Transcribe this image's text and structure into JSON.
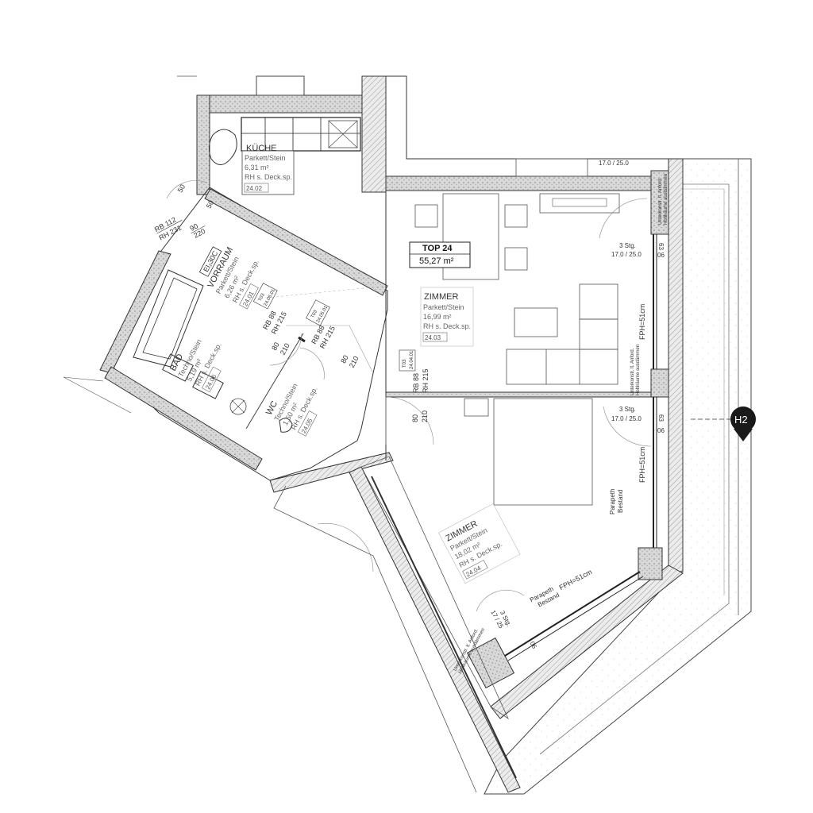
{
  "unit": {
    "name": "TOP 24",
    "area": "55,27 m²"
  },
  "rooms": {
    "kueche": {
      "name": "KÜCHE",
      "floor": "Parkett/Stein",
      "area": "6,31 m²",
      "height": "RH s. Deck.sp.",
      "code": "24.02"
    },
    "vorraum": {
      "name": "VORRAUM",
      "floor": "Parkett/Stein",
      "area": "6,26 m²",
      "height": "RH s. Deck.sp.",
      "code": "24.01"
    },
    "bad": {
      "name": "BAD",
      "floor": "Techno/Stein",
      "area": "5,19 m²",
      "height": "RH s. Deck.sp.",
      "code": "24.06"
    },
    "wc": {
      "name": "WC",
      "floor": "Techno/Stein",
      "area": "1,50 m²",
      "height": "RH s. Deck.sp.",
      "code": "24.05"
    },
    "zimmer1": {
      "name": "ZIMMER",
      "floor": "Parkett/Stein",
      "area": "16,99 m²",
      "height": "RH s. Deck.sp.",
      "code": "24.03"
    },
    "zimmer2": {
      "name": "ZIMMER",
      "floor": "Parkett/Stein",
      "area": "18,02 m²",
      "height": "RH s. Deck.sp.",
      "code": "24.04"
    }
  },
  "doors": {
    "entrance": {
      "rb": "RB 112",
      "rh": "RH 231",
      "w": "90",
      "h": "220",
      "rating": "EI₂30C"
    },
    "bad_door": {
      "rb": "RB 88",
      "rh": "RH 215",
      "w": "80",
      "h": "210",
      "tag": "T03",
      "ref": "24.06.01"
    },
    "wc_door": {
      "rb": "RB 88",
      "rh": "RH 215",
      "w": "80",
      "h": "210",
      "tag": "T03",
      "ref": "24.05.01"
    },
    "zimmer_door": {
      "rb": "RB 88",
      "rh": "RH 215",
      "w": "80",
      "h": "210",
      "tag": "T03",
      "ref": "24.04.01"
    },
    "zimmer2_door": {
      "w": "80",
      "h": "210"
    }
  },
  "misc": {
    "dim_50": "50",
    "dim_top": "17.0 / 25.0",
    "stg_label": "3 Stg.",
    "stg_dims": "17.0 / 25.0",
    "stg_dims_short": "17 / 25",
    "v06": "06",
    "v63": "63",
    "fph": "FPH=51cm",
    "parapet": "Parapeth",
    "bestand": "Bestand",
    "unterkonst_1": "Unterkonstr. lt. Anford.",
    "unterkonst_2": "Hohlräume ausdämmen",
    "section": "H2"
  }
}
